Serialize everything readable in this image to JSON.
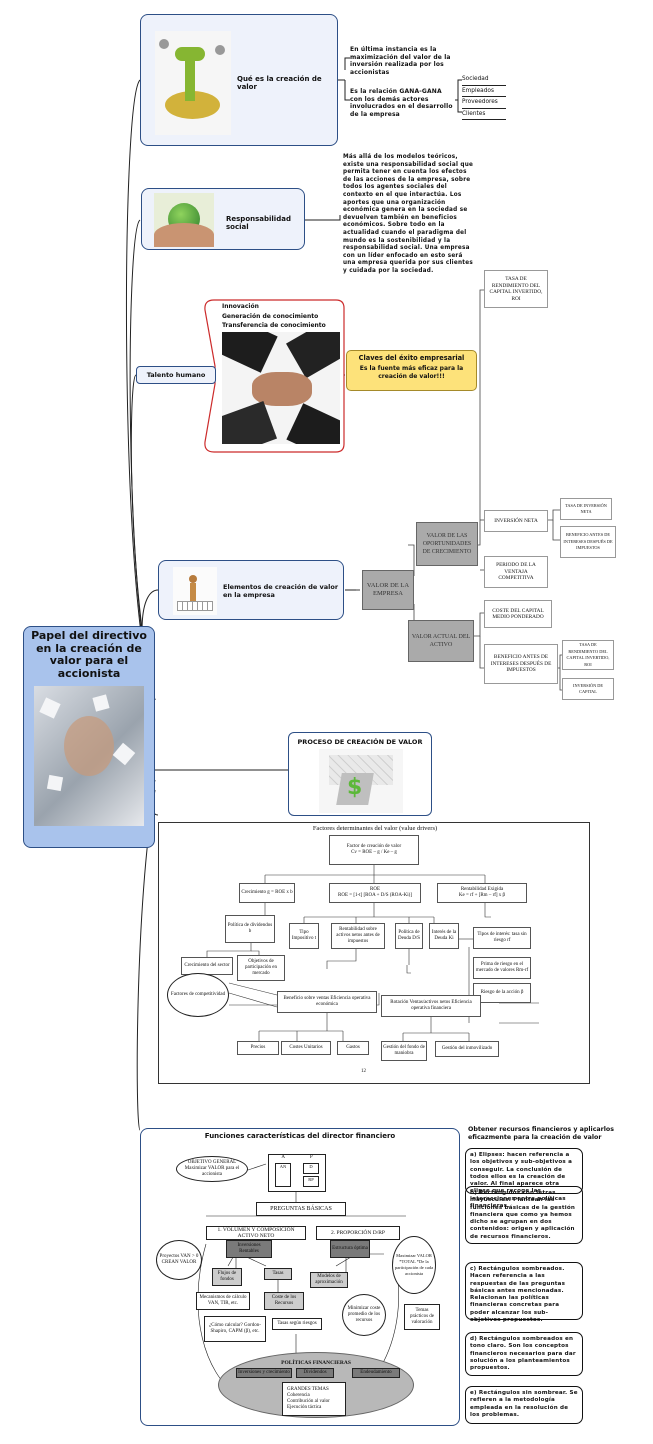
{
  "central": {
    "title": "Papel del directivo en la creación de valor para el accionista"
  },
  "topic1": {
    "title": "Qué es la creación de valor",
    "text1": "En última instancia es la maximización del valor de la inversión realizada por los accionistas",
    "text2": "Es la relación GANA-GANA con los demás actores involucrados en el desarrollo de la empresa",
    "list": [
      "Sociedad",
      "Empleados",
      "Proveedores",
      "Clientes"
    ]
  },
  "topic2": {
    "title": "Responsabilidad social",
    "text": "Más allá de los modelos teóricos, existe una responsabilidad social que permita tener en cuenta los efectos de las acciones de la empresa, sobre todos los agentes sociales del contexto en el que interactúa. Los aportes que una organización económica genera en la sociedad se devuelven también en beneficios económicos. Sobre todo en la actualidad cuando el paradigma del mundo es la sostenibilidad y la responsabilidad social. Una empresa con un líder enfocado en esto será una empresa querida por sus clientes y cuidada por la sociedad."
  },
  "topic3": {
    "title": "Talento humano",
    "items": [
      "Innovación",
      "Generación de conocimiento",
      "Transferencia de conocimiento"
    ],
    "callout_title": "Claves del éxito empresarial",
    "callout_text": "Es la fuente más eficaz para la creación de valor!!!"
  },
  "topic4": {
    "title": "Elementos de creación de valor en la empresa",
    "root": "VALOR DE LA EMPRESA",
    "branch1": "VALOR DE LAS OPORTUNIDADES DE CRECIMIENTO",
    "branch2": "VALOR ACTUAL DEL ACTIVO",
    "leaves1": [
      "TASA DE RENDIMIENTO DEL CAPITAL INVERTIDO, ROI",
      "INVERSIÓN NETA",
      "PERIODO DE LA VENTAJA COMPETITIVA"
    ],
    "leaves1b": [
      "TASA DE INVERSIÓN NETA",
      "BENEFICIO ANTES DE INTERESES DESPUÉS DE IMPUESTOS"
    ],
    "leaves2": [
      "COSTE DEL CAPITAL MEDIO PONDERADO",
      "BENEFICIO ANTES DE INTERESES DESPUÉS DE IMPUESTOS"
    ],
    "leaves2b": [
      "TASA DE RENDIMIENTO DEL CAPITAL INVERTIDO, ROI",
      "INVERSIÓN DE CAPITAL"
    ]
  },
  "topic5": {
    "title": "PROCESO DE CREACIÓN DE VALOR"
  },
  "figure": {
    "title": "Factores determinantes del valor (value drivers)",
    "top": "Factor de creación de valor",
    "formula1": "Cv = ROE – g / Ke – g",
    "growth": "Crecimiento g = ROE x b",
    "roe": "ROE",
    "roe_formula": "ROE = [1-t] [ROA + D/S (ROA-Ki)]",
    "rent": "Rentabilidad Exigida",
    "rent_formula": "Ke = rf + [Rm – rf] x β",
    "politica": "Política de dividendos b",
    "tipo": "Tipo Impositivo t",
    "rentab": "Rentabilidad sobre activos netos antes de impuestos",
    "politica_deuda": "Política de Deuda D/S",
    "interes": "Interés de la Deuda Ki",
    "tipos_interes": "Tipos de interés: tasa sin riesgo rf",
    "prima": "Prima de riesgo en el mercado de valores Rm-rf",
    "riesgo": "Riesgo de la acción β",
    "crec_sector": "Crecimiento del sector",
    "objetivos": "Objetivos de participación en mercado",
    "factores": "Factores de competitividad",
    "beneficio": "Beneficio sobre ventas Eficiencia operativa económica",
    "rotacion": "Rotación Ventas/activos netos Eficiencia operativa financiera",
    "precios": "Precios",
    "costes": "Costes Unitarios",
    "gastos": "Gastos",
    "gestion_fondo": "Gestión del fondo de maniobra",
    "gestion_inmov": "Gestión del inmovilizado",
    "page": "12"
  },
  "topic6": {
    "title": "Funciones características del director financiero",
    "objetivo": "OBJETIVO GENERAL Maximizar VALOR para el accionista",
    "ap": [
      "A",
      "P",
      "AN",
      "D",
      "RP"
    ],
    "preguntas": "PREGUNTAS BÁSICAS",
    "q1": "1.   VOLUMEN Y COMPOSICIÓN ACTIVO NETO",
    "q2": "2. PROPORCIÓN D/RP",
    "proyectos": "Proyectos VAN > 0 CREAN VALOR",
    "inversiones": "Inversiones Rentables",
    "estructura": "Estructura óptima",
    "maximizar": "Maximizar VALOR *TOTAL *De la participación de cada accionista",
    "flujos": "Flujos de fondos",
    "tasas": "Tasas",
    "modelos": "Modelos de aproximación",
    "mecanismos": "Mecanismos de cálculo VAN, TIR, etc.",
    "coste_rec": "Coste de los Recursos",
    "minimizar": "Minimizar coste promedio de los recursos",
    "temas": "Temas prácticos de valoración",
    "como": "¿Cómo calcular? Gordon-Shapiro, CAPM (β), etc.",
    "tasas_riesgo": "Tasas según riesgos",
    "politicas": "POLÍTICAS FINANCIERAS",
    "pol_items": [
      "Inversiones y crecimiento",
      "Dividendos",
      "Endeudamiento"
    ],
    "grandes": "GRANDES TEMAS",
    "grandes_items": [
      "Coherencia",
      "Contribución al valor",
      "Ejecución táctica"
    ]
  },
  "legend": {
    "title": "Obtener recursos financieros y aplicarlos eficazmente para la creación de valor",
    "items": [
      "a) Elipses: hacen referencia a los objetivos y sub-objetivos a conseguir. La conclusión de todos ellos es la creación de valor. Al final aparece otra elipse que recoge las interacciones entre políticas financieras.",
      "b) Rectángulos con letras mayúsculas. Plantean las funciones básicas de la gestión financiera que como ya hemos dicho se agrupan en dos contenidos: origen y aplicación de recursos financieros.",
      "c) Rectángulos sombreados. Hacen referencia a las respuestas de las preguntas básicas antes mencionadas. Relacionan las políticas financieras concretas para poder alcanzar los sub-objetivos propuestos.",
      "d) Rectángulos sombreados en tono claro. Son los conceptos financieros necesarios para dar solución a los planteamientos propuestos.",
      "e) Rectángulos sin sombrear. Se refieren a la metodología empleada en la resolución de los problemas."
    ]
  },
  "colors": {
    "topic_border": "#2d4f86",
    "topic_bg": "#eef2fb",
    "central_bg": "#a9c3ec",
    "callout_bg": "#fde27a",
    "talent_border": "#cc2b2b"
  }
}
